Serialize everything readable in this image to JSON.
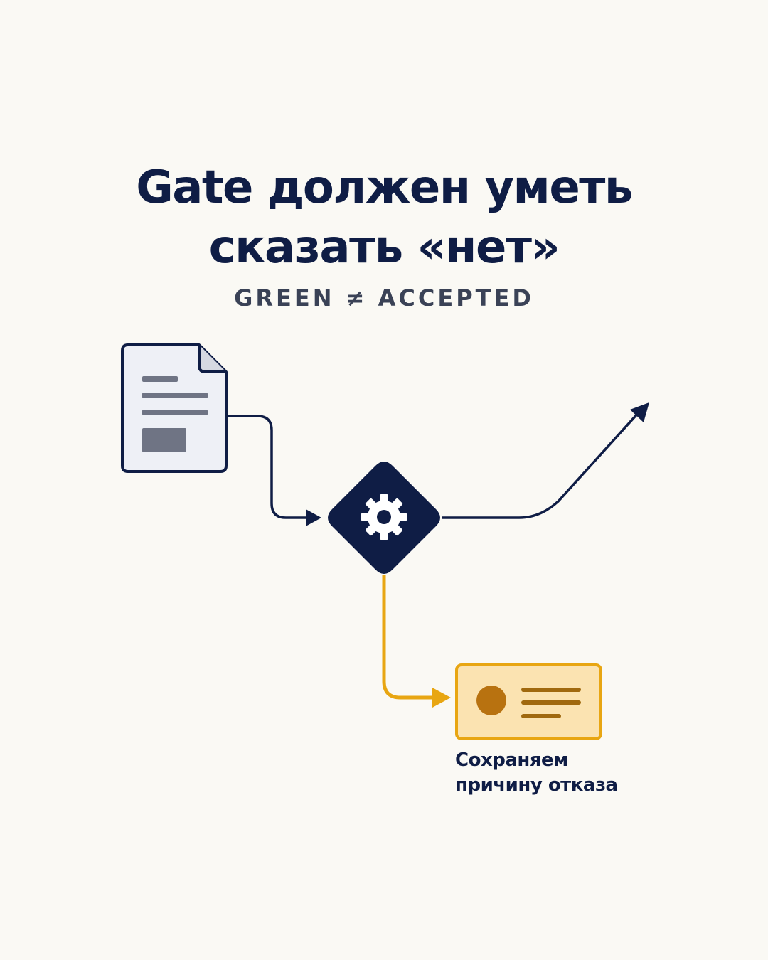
{
  "title": {
    "line1": "Gate должен уметь",
    "line2": "сказать «нет»"
  },
  "subtitle": "GREEN ≠ ACCEPTED",
  "reject_caption": {
    "line1": "Сохраняем",
    "line2": "причину отказа"
  },
  "colors": {
    "background": "#faf9f4",
    "navy": "#0f1d45",
    "document_fill": "#eef0f6",
    "document_lines": "#6f7484",
    "reject_accent": "#e8a612",
    "reject_card_fill": "#fbe3b1",
    "reject_dot": "#b87210",
    "reject_lines": "#a0690f"
  },
  "icons": {
    "document": "document-icon",
    "gate": "gear-icon",
    "accept": "arrow-up-right-icon",
    "reject_record": "record-card-icon"
  }
}
